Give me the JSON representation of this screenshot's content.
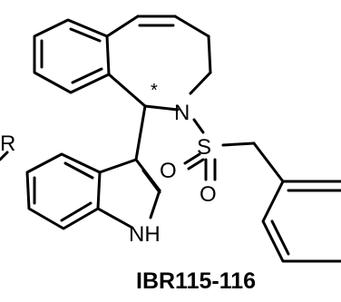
{
  "compound_label": "IBR115-116",
  "atoms": {
    "r_group": "R",
    "nitrogen": "N",
    "sulfur": "S",
    "oxygen_1": "O",
    "oxygen_2": "O",
    "indole_nh": "NH",
    "stereocenter": "*"
  }
}
